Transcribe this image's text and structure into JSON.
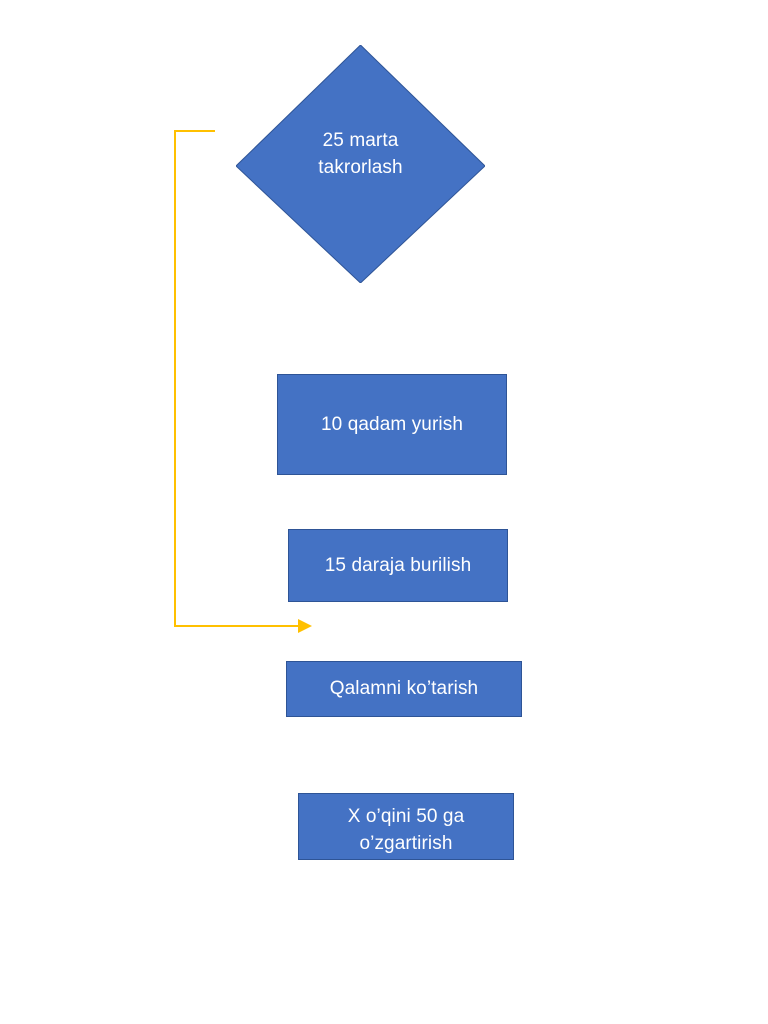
{
  "diagram": {
    "title": "Turtle graphics repeat loop flowchart",
    "background_color": "#FFFFFF",
    "shape_fill": "#4472C4",
    "shape_border": "#2E5496",
    "shape_text_color": "#FFFFFF",
    "connector_color": "#FFC000",
    "nodes": [
      {
        "id": "repeat",
        "type": "decision-diamond",
        "label": "25 marta\ntakrorlash"
      },
      {
        "id": "walk",
        "type": "process-rectangle",
        "label": "10 qadam yurish"
      },
      {
        "id": "turn",
        "type": "process-rectangle",
        "label": "15 daraja burilish"
      },
      {
        "id": "penup",
        "type": "process-rectangle",
        "label": "Qalamni ko’tarish"
      },
      {
        "id": "setx",
        "type": "process-rectangle",
        "label": "X o’qini 50 ga\no’zgartirish"
      }
    ],
    "connectors": [
      {
        "id": "loop-back",
        "from": "repeat",
        "to": "penup",
        "style": "elbow-arrow",
        "color": "#FFC000",
        "arrowhead": "end"
      }
    ]
  }
}
